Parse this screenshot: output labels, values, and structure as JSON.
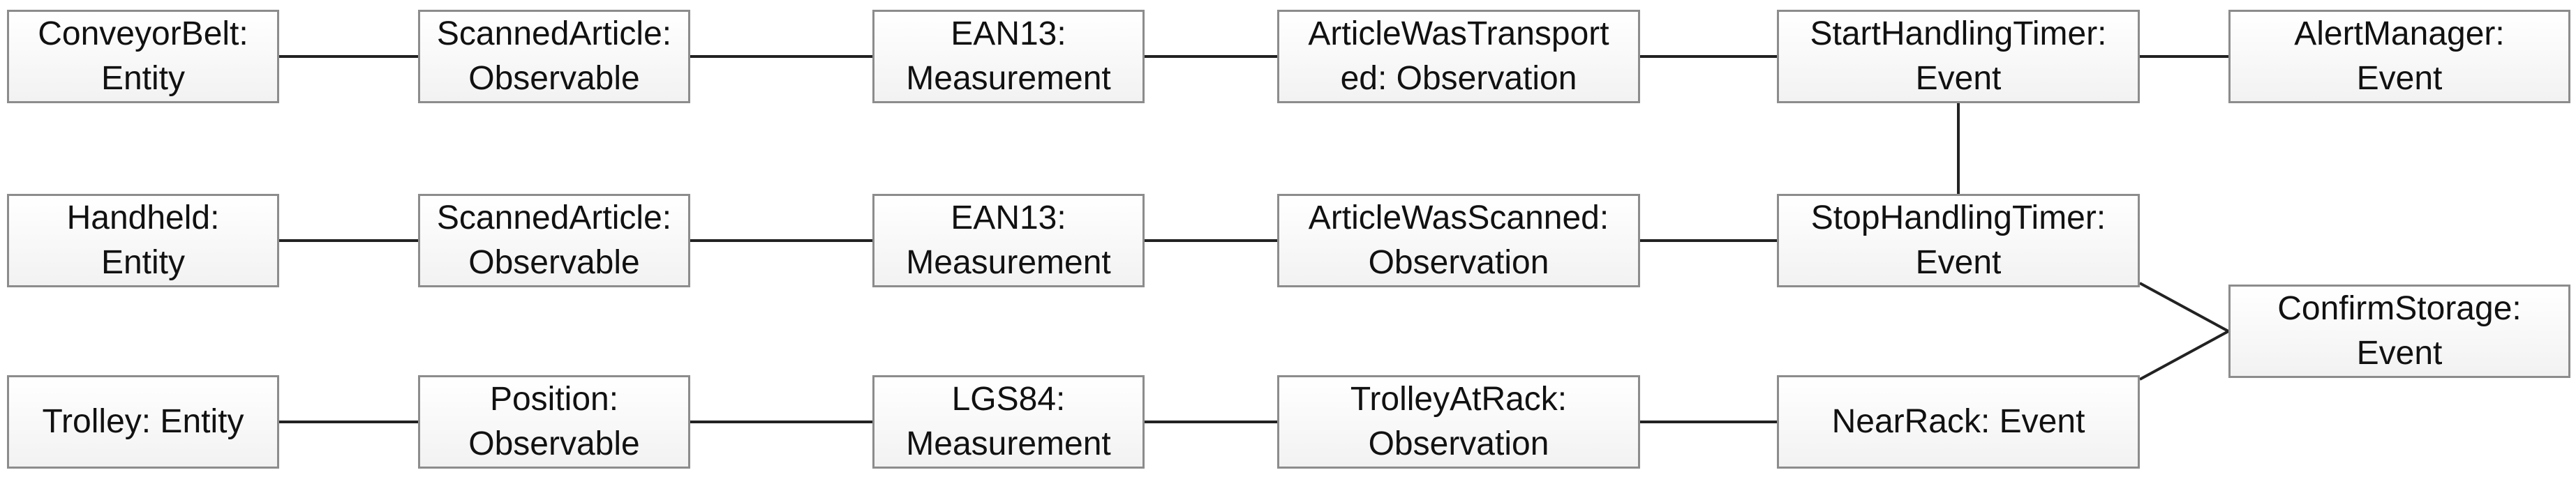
{
  "diagram": {
    "nodes": [
      {
        "id": "conveyorbelt",
        "label": "ConveyorBelt:\nEntity"
      },
      {
        "id": "scannedarticle-1",
        "label": "ScannedArticle:\nObservable"
      },
      {
        "id": "ean13-1",
        "label": "EAN13:\nMeasurement"
      },
      {
        "id": "articlewastransported",
        "label": "ArticleWasTransport\ned: Observation"
      },
      {
        "id": "starthandlingtimer",
        "label": "StartHandlingTimer:\nEvent"
      },
      {
        "id": "alertmanager",
        "label": "AlertManager:\nEvent"
      },
      {
        "id": "handheld",
        "label": "Handheld:\nEntity"
      },
      {
        "id": "scannedarticle-2",
        "label": "ScannedArticle:\nObservable"
      },
      {
        "id": "ean13-2",
        "label": "EAN13:\nMeasurement"
      },
      {
        "id": "articlewasscanned",
        "label": "ArticleWasScanned:\nObservation"
      },
      {
        "id": "stophandlingtimer",
        "label": "StopHandlingTimer:\nEvent"
      },
      {
        "id": "confirmstorage",
        "label": "ConfirmStorage:\nEvent"
      },
      {
        "id": "trolley",
        "label": "Trolley: Entity"
      },
      {
        "id": "position",
        "label": "Position:\nObservable"
      },
      {
        "id": "lgs84",
        "label": "LGS84:\nMeasurement"
      },
      {
        "id": "trolleyatrack",
        "label": "TrolleyAtRack:\nObservation"
      },
      {
        "id": "nearrack",
        "label": "NearRack: Event"
      }
    ],
    "edges": [
      {
        "from": "conveyorbelt",
        "to": "scannedarticle-1"
      },
      {
        "from": "scannedarticle-1",
        "to": "ean13-1"
      },
      {
        "from": "ean13-1",
        "to": "articlewastransported"
      },
      {
        "from": "articlewastransported",
        "to": "starthandlingtimer"
      },
      {
        "from": "starthandlingtimer",
        "to": "alertmanager"
      },
      {
        "from": "starthandlingtimer",
        "to": "stophandlingtimer"
      },
      {
        "from": "handheld",
        "to": "scannedarticle-2"
      },
      {
        "from": "scannedarticle-2",
        "to": "ean13-2"
      },
      {
        "from": "ean13-2",
        "to": "articlewasscanned"
      },
      {
        "from": "articlewasscanned",
        "to": "stophandlingtimer"
      },
      {
        "from": "stophandlingtimer",
        "to": "confirmstorage"
      },
      {
        "from": "trolley",
        "to": "position"
      },
      {
        "from": "position",
        "to": "lgs84"
      },
      {
        "from": "lgs84",
        "to": "trolleyatrack"
      },
      {
        "from": "trolleyatrack",
        "to": "nearrack"
      },
      {
        "from": "nearrack",
        "to": "confirmstorage"
      }
    ],
    "colors": {
      "box_border": "#8c8c8c",
      "box_fill_top": "#ffffff",
      "box_fill_bottom": "#f2f2f2",
      "line": "#222222",
      "text": "#111111"
    }
  }
}
